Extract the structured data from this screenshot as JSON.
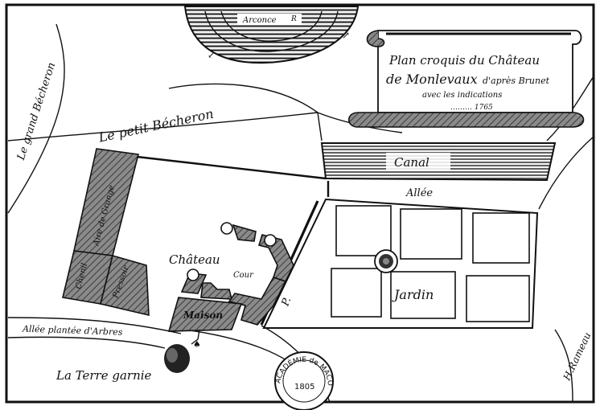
{
  "title": {
    "line1": "Plan croquis du Château",
    "line2_main": "de Monlevaux",
    "line2_suffix": "d'après Brunet",
    "line3": "avec les indications",
    "line4": "……… 1765"
  },
  "labels": {
    "grand_becheron": "Le grand Bécheron",
    "petit_becheron": "Le petit Bécheron",
    "arcone": "Arconce",
    "arcone_r": "R",
    "canal": "Canal",
    "allee": "Allée",
    "jardin": "Jardin",
    "chateau": "Château",
    "cour": "Cour",
    "maison": "Maison",
    "aire_de_grange": "Aire de Grange",
    "chenil": "Chenil",
    "pressoir": "Pressoir",
    "allee_plantee": "Allée plantée d'Arbres",
    "terre_garnie": "La Terre garnie",
    "p_mark": "P.",
    "signature": "H.Rameau"
  },
  "stamp": {
    "text": "ACADÉMIE de MACON",
    "year": "1805"
  }
}
